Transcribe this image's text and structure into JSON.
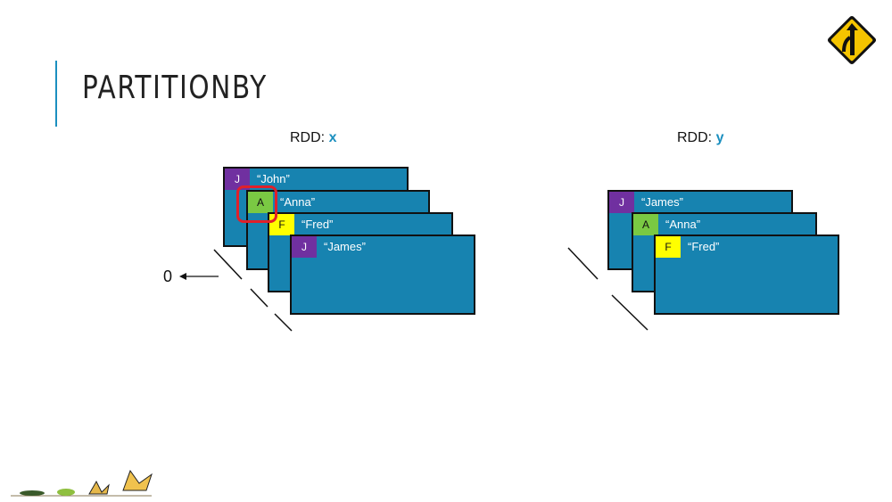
{
  "slide": {
    "title": "PARTITIONBY"
  },
  "rdd_x": {
    "label_prefix": "RDD: ",
    "label_var": "x",
    "partitions": [
      {
        "key": "J",
        "name": "“John”",
        "key_color": "#7030a0"
      },
      {
        "key": "A",
        "name": "“Anna”",
        "key_color": "#7ac943"
      },
      {
        "key": "F",
        "name": "“Fred”",
        "key_color": "#ffff00"
      },
      {
        "key": "J",
        "name": "“James”",
        "key_color": "#7030a0"
      }
    ],
    "annotation": "0"
  },
  "rdd_y": {
    "label_prefix": "RDD: ",
    "label_var": "y",
    "partitions": [
      {
        "key": "J",
        "name": "“James”",
        "key_color": "#7030a0"
      },
      {
        "key": "A",
        "name": "“Anna”",
        "key_color": "#7ac943"
      },
      {
        "key": "F",
        "name": "“Fred”",
        "key_color": "#ffff00"
      }
    ]
  },
  "icons": {
    "merge_sign": "merge-road-sign-icon",
    "lifecycle": "butterfly-lifecycle-icon"
  },
  "colors": {
    "accent": "#1b8fbf",
    "card": "#1783b0",
    "highlight": "#e0202a"
  }
}
